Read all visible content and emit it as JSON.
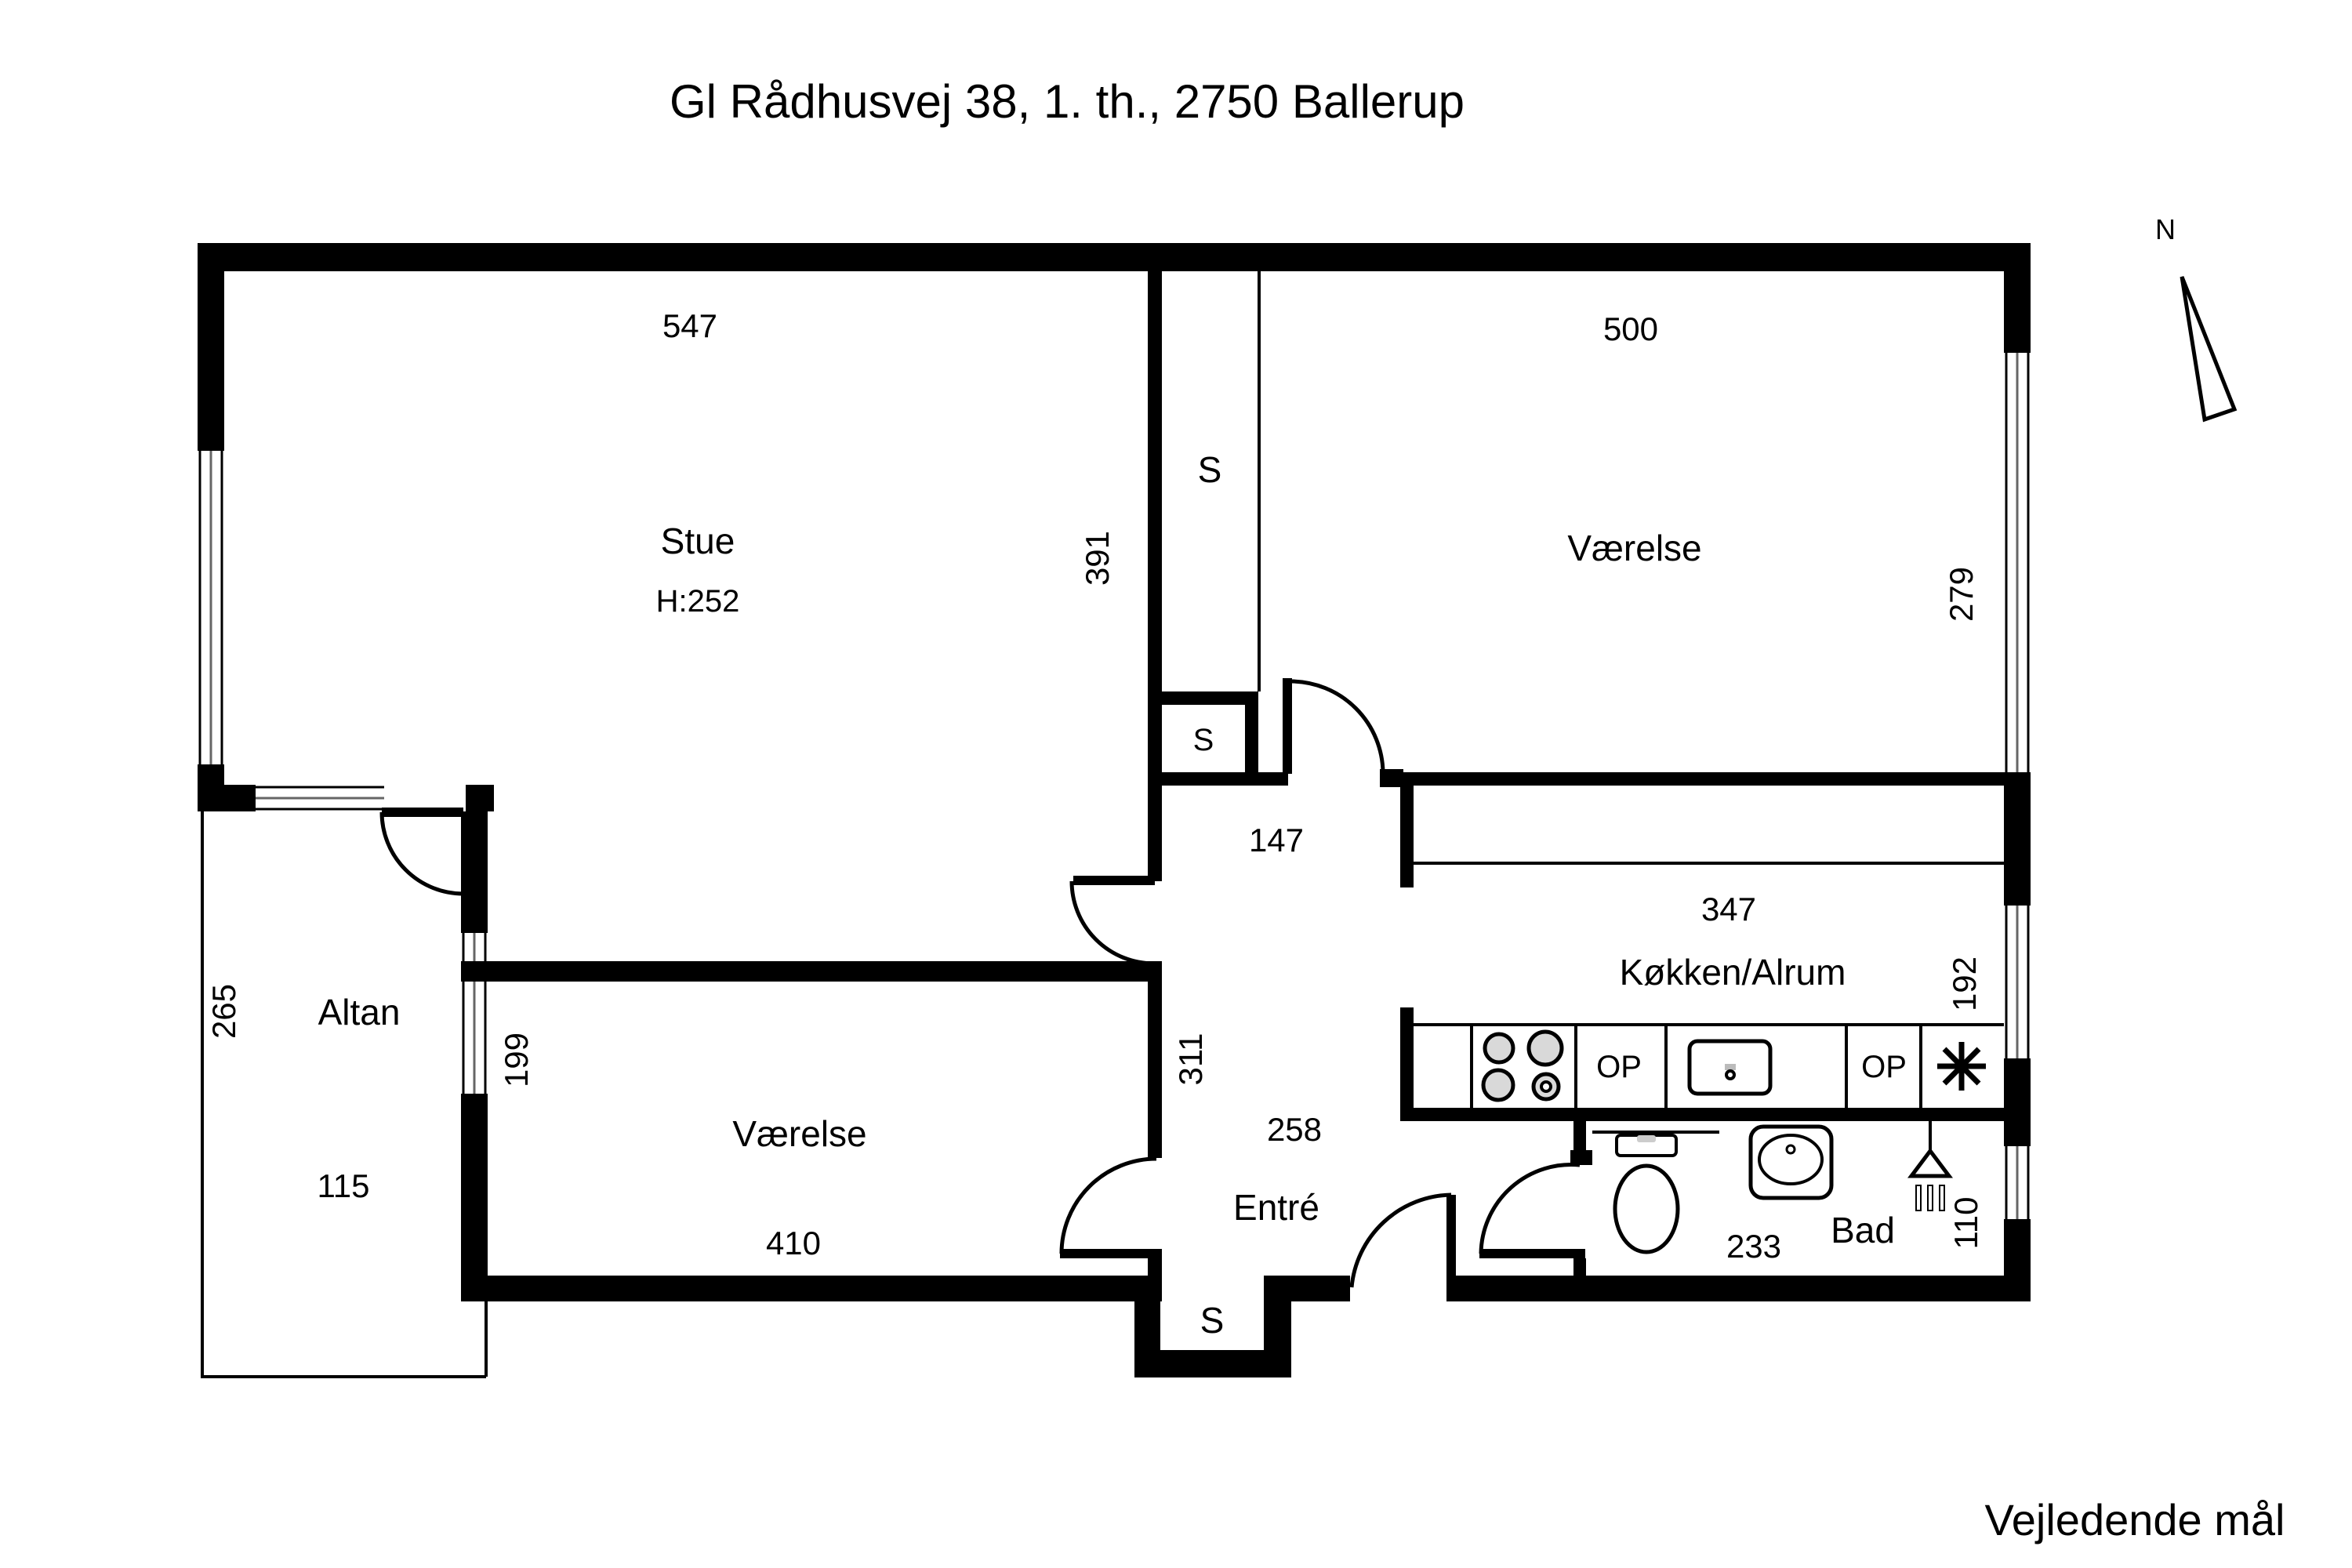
{
  "title": "Gl Rådhusvej 38, 1. th., 2750 Ballerup",
  "footer": "Vejledende mål",
  "compass": {
    "north_label": "N"
  },
  "labels": {
    "stue": {
      "name": "Stue",
      "ceiling_height": "H:252",
      "dim_top": "547",
      "dim_side": "391"
    },
    "vaerelse_ne": {
      "name": "Værelse",
      "dim_top": "500",
      "dim_window": "279"
    },
    "koekken": {
      "name": "Køkken/Alrum",
      "dim": "347",
      "dim_window": "192",
      "cabinet1": "OP",
      "cabinet2": "OP"
    },
    "vaerelse_sw": {
      "name": "Værelse",
      "dim_bottom": "410",
      "dim_side": "311"
    },
    "entre": {
      "name": "Entré",
      "dim": "258",
      "hall_dim": "147"
    },
    "bad": {
      "name": "Bad",
      "dim": "233",
      "dim_window": "110"
    },
    "altan": {
      "name": "Altan",
      "dim_depth": "265",
      "dim_bottom": "115",
      "dim_window": "199"
    },
    "closet_tall": "S",
    "closet_small": "S",
    "closet_bottom": "S"
  }
}
